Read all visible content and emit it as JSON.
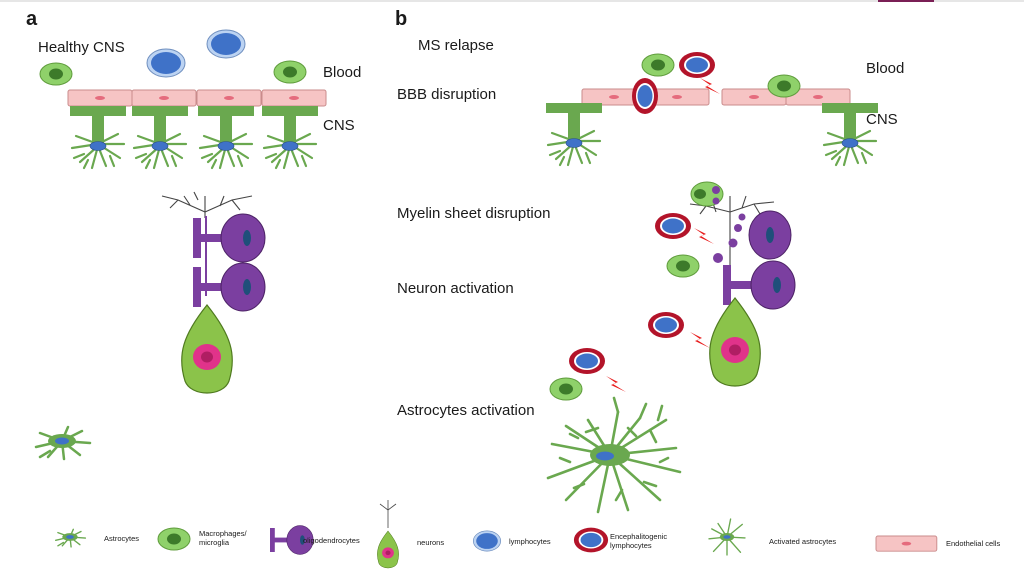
{
  "panel_a": {
    "letter": "a",
    "title": "Healthy CNS",
    "blood_label": "Blood",
    "cns_label": "CNS"
  },
  "panel_b": {
    "letter": "b",
    "title": "MS relapse",
    "blood_label": "Blood",
    "cns_label": "CNS",
    "steps": [
      "BBB disruption",
      "Myelin sheet disruption",
      "Neuron activation",
      "Astrocytes activation"
    ]
  },
  "legend": [
    {
      "label": "Astrocytes"
    },
    {
      "label": "Macrophages/ microglia"
    },
    {
      "label": "oligodendrocytes"
    },
    {
      "label": "neurons"
    },
    {
      "label": "lymphocytes"
    },
    {
      "label": "Encephalitogenic lymphocytes"
    },
    {
      "label": "Activated astrocytes"
    },
    {
      "label": "Endothelial cells"
    }
  ],
  "colors": {
    "astrocyte": "#6aa84f",
    "macrophage_fill": "#8fd16a",
    "macrophage_nucleus": "#3d7a2a",
    "oligodendrocyte": "#7b3fa0",
    "neuron": "#8bc34a",
    "neuron_nucleus": "#e0338a",
    "lymphocyte": "#3f72c8",
    "encephalitogenic_ring": "#b3142a",
    "endothelial": "#f6c4c4",
    "spark": "#e81c1c"
  }
}
